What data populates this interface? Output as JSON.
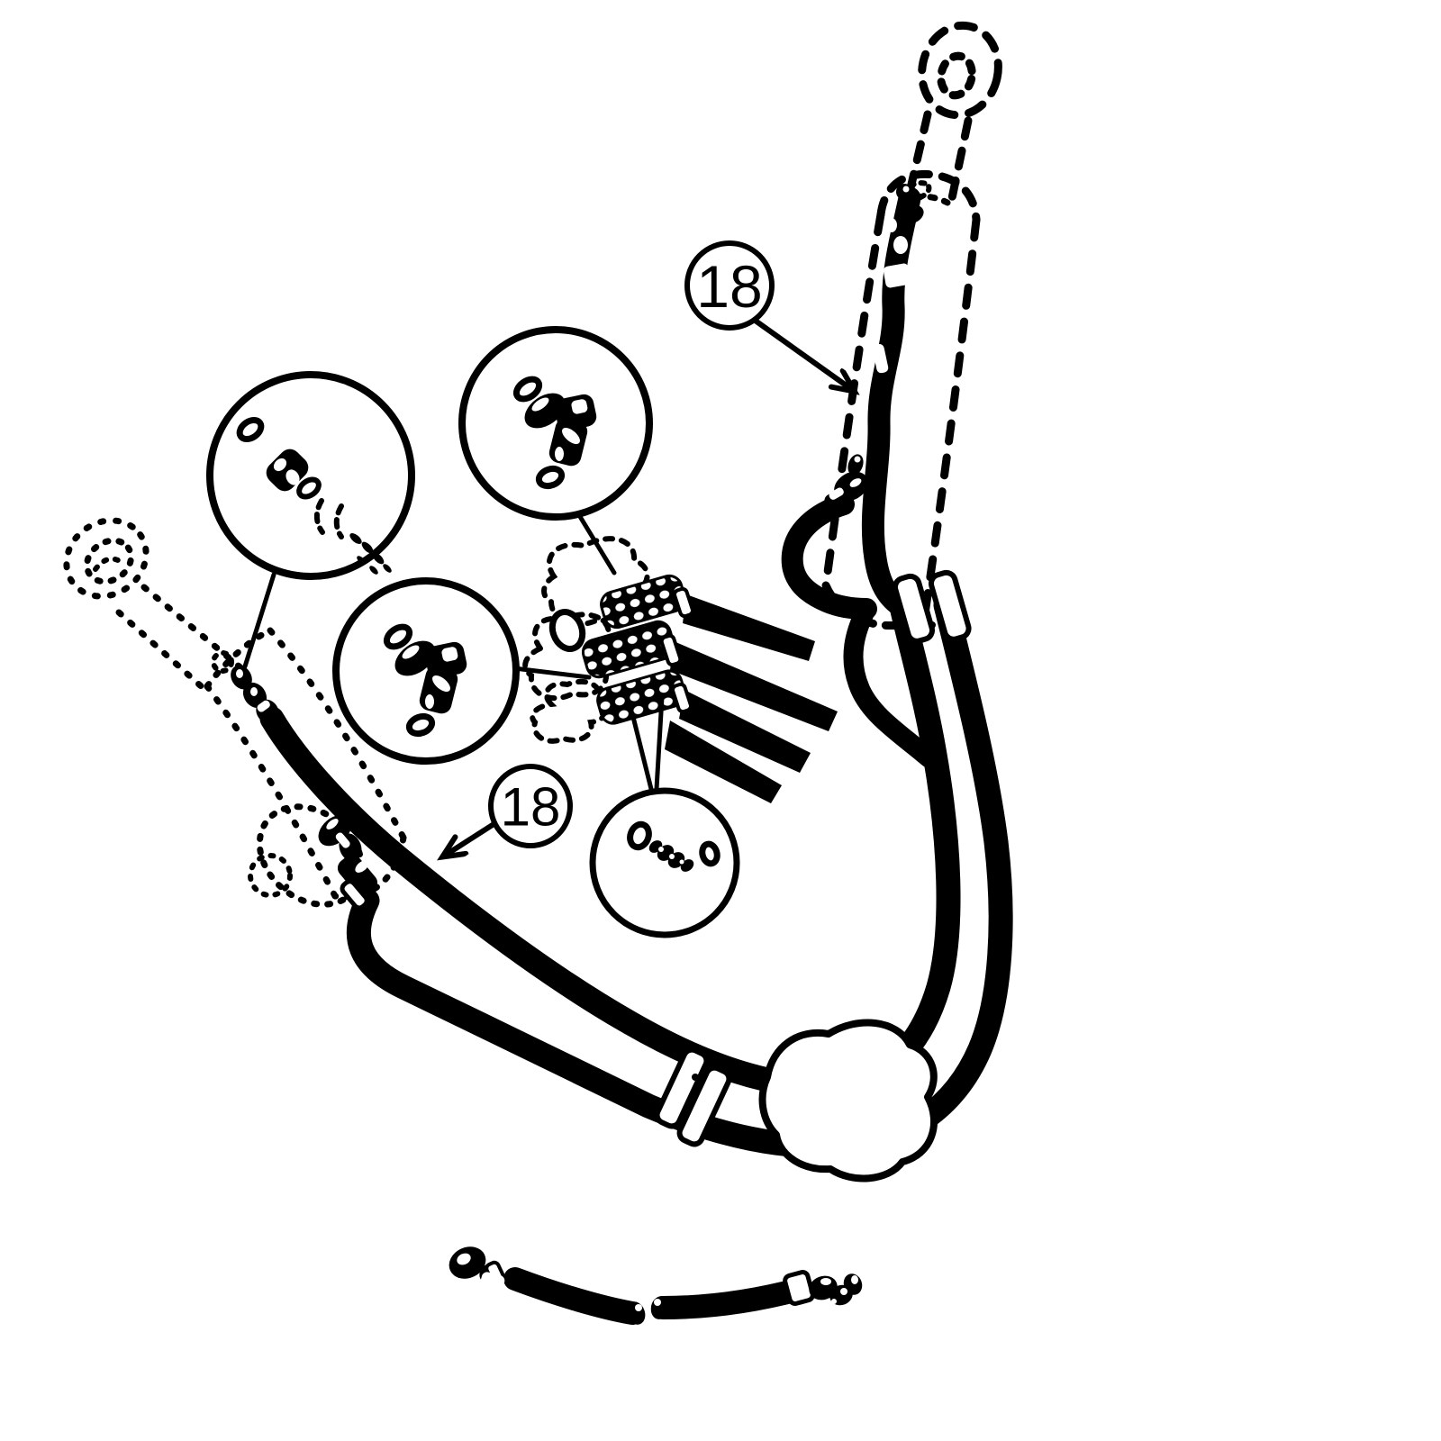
{
  "diagram": {
    "background_color": "#ffffff",
    "ink_color": "#000000",
    "callouts": [
      {
        "id": "hose-callout-upper",
        "label": "18"
      },
      {
        "id": "hose-callout-lower",
        "label": "18"
      }
    ]
  }
}
